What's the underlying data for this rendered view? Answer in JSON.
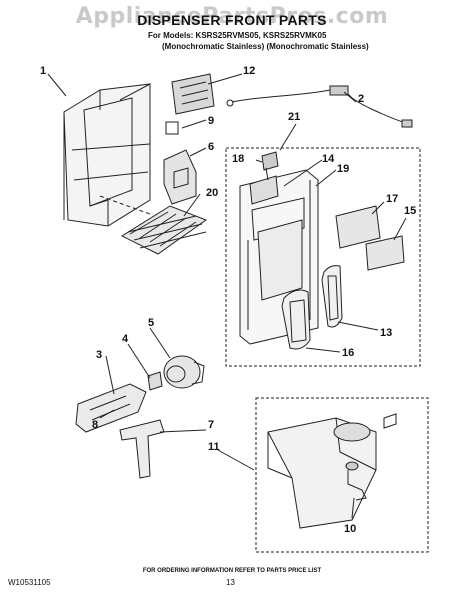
{
  "watermark": "AppliancePartsPros.com",
  "header": {
    "title": "DISPENSER FRONT PARTS",
    "models": "For Models: KSRS25RVMS05, KSRS25RVMK05",
    "finish": "(Monochromatic Stainless) (Monochromatic Stainless)"
  },
  "callouts": [
    "1",
    "2",
    "3",
    "4",
    "5",
    "6",
    "7",
    "8",
    "9",
    "10",
    "11",
    "12",
    "13",
    "14",
    "15",
    "16",
    "17",
    "18",
    "19",
    "20",
    "21"
  ],
  "footer": {
    "note": "FOR ORDERING INFORMATION REFER TO PARTS PRICE LIST",
    "doc_number": "W10531105",
    "page_number": "13"
  }
}
